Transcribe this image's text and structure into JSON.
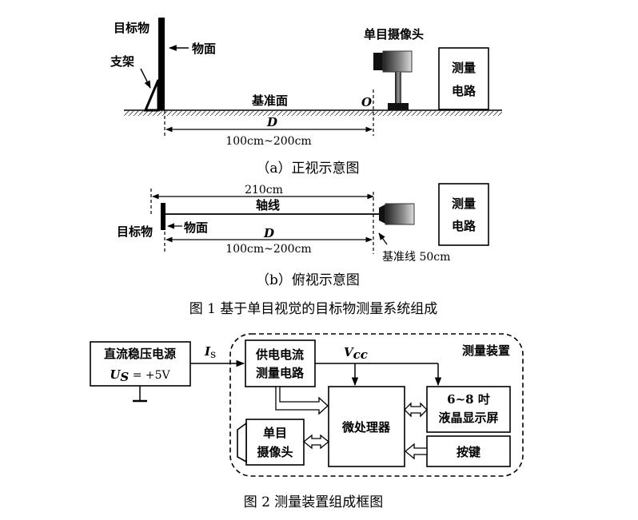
{
  "fig1": {
    "a": {
      "target": "目标物",
      "support": "支架",
      "object_plane": "物面",
      "camera": "单目摄像头",
      "measure_line1": "测量",
      "measure_line2": "电路",
      "base_plane": "基准面",
      "origin": "O",
      "distance_symbol": "D",
      "distance_range": "100cm~200cm",
      "caption": "（a）正视示意图"
    },
    "b": {
      "length_total": "210cm",
      "axis": "轴线",
      "target": "目标物",
      "object_plane": "物面",
      "distance_symbol": "D",
      "distance_range": "100cm~200cm",
      "base_line": "基准线 50cm",
      "measure_line1": "测量",
      "measure_line2": "电路",
      "caption": "（b）俯视示意图"
    },
    "title": "图 1  基于单目视觉的目标物测量系统组成"
  },
  "fig2": {
    "power_line1": "直流稳压电源",
    "power_var": "U",
    "power_sub": "S",
    "power_val": " = +5V",
    "current_var": "I",
    "current_sub": "s",
    "supply_line1": "供电电流",
    "supply_line2": "测量电路",
    "vcc_var": "V",
    "vcc_sub": "cc",
    "device_label": "测量装置",
    "lcd_line1": "6~8 吋",
    "lcd_line2": "液晶显示屏",
    "mcu": "微处理器",
    "camera_line1": "单目",
    "camera_line2": "摄像头",
    "keys": "按键",
    "title": "图 2  测量装置组成框图"
  }
}
